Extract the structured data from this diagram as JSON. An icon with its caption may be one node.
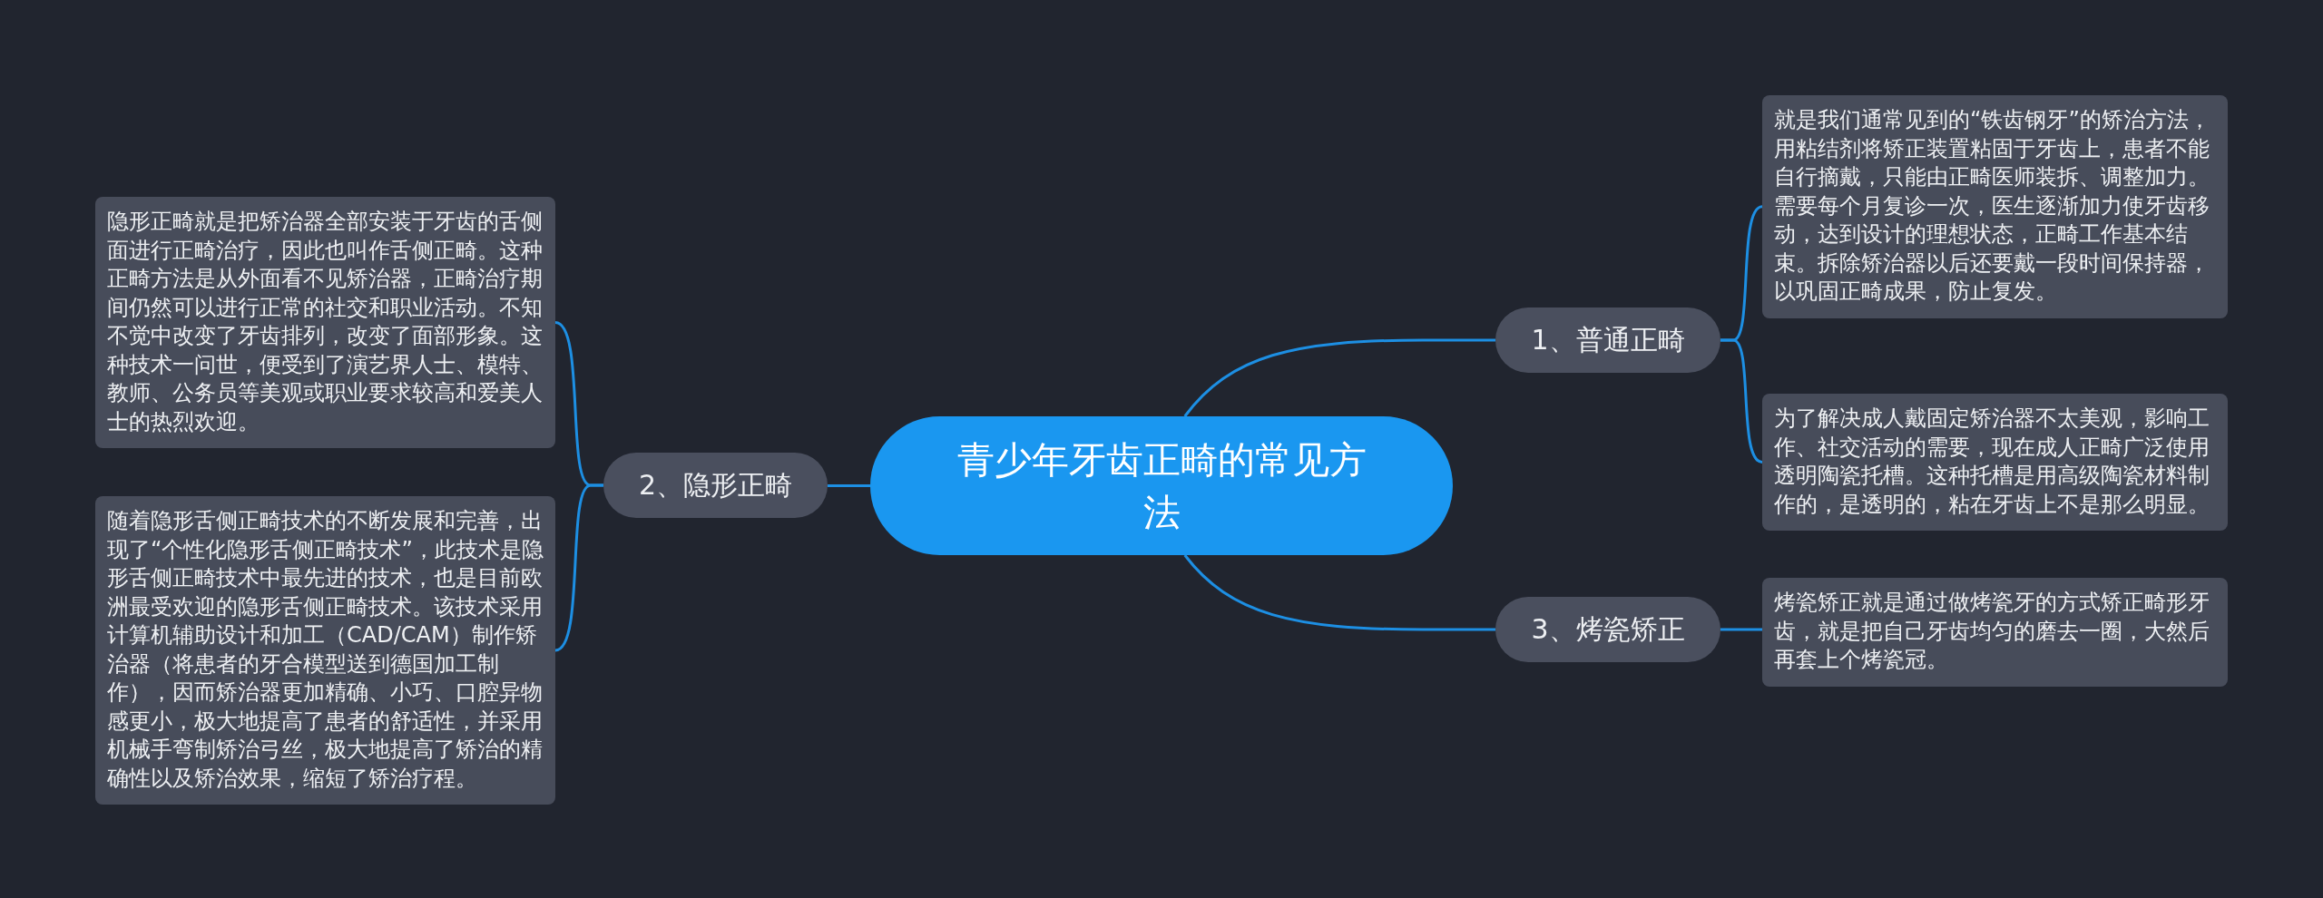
{
  "diagram": {
    "nodes": [
      {
        "text": [
          "青少年牙齿正畸的常见方法"
        ]
      },
      {
        "text": [
          "1、普通正畸"
        ]
      },
      {
        "text": [
          "就是我们通常见到的“铁齿钢牙”的矫治方法，用粘结剂将矫正装置粘固于牙齿上，患者不能自行摘戴，只能由正畸医师装拆、调整加力。需要每个月复诊一次，医生逐渐加力使牙齿移动，达到设计的理想状态，正畸工作基本结束。拆除矫治器以后还要戴一段时间保持器，以巩固正畸成果，防止复发。"
        ]
      },
      {
        "text": [
          "为了解决成人戴固定矫治器不太美观，影响工作、社交活动的需要，现在成人正畸广泛使用透明陶瓷托槽。这种托槽是用高级陶瓷材料制作的，是透明的，粘在牙齿上不是那么明显。"
        ]
      },
      {
        "text": [
          "2、隐形正畸"
        ]
      },
      {
        "text": [
          "隐形正畸就是把矫治器全部安装于牙齿的舌侧面进行正畸治疗，因此也叫作舌侧正畸。这种正畸方法是从外面看不见矫治器，正畸治疗期间仍然可以进行正常的社交和职业活动。不知不觉中改变了牙齿排列，改变了面部形象。这种技术一问世，便受到了演艺界人士、模特、教师、公务员等美观或职业要求较高和爱美人士的热烈欢迎。"
        ]
      },
      {
        "text": [
          "随着隐形舌侧正畸技术的不断发展和完善，出现了“个性化隐形舌侧正畸技术”，此技术是隐形舌侧正畸技术中最先进的技术，也是目前欧洲最受欢迎的隐形舌侧正畸技术。该技术采用计算机辅助设计和加工（CAD/CAM）制作矫治器（将患者的牙合模型送到德国加工制作），因而矫治器更加精确、小巧、口腔异物感更小，极大地提高了患者的舒适性，并采用机械手弯制矫治弓丝，极大地提高了矫治的精确性以及矫治效果，缩短了矫治疗程。"
        ]
      },
      {
        "text": [
          "3、烤瓷矫正"
        ]
      },
      {
        "text": [
          "烤瓷矫正就是通过做烤瓷牙的方式矫正畸形牙齿，就是把自己牙齿均匀的磨去一圈，大然后再套上个烤瓷冠。"
        ]
      }
    ],
    "edges": [
      {
        "from": 0,
        "to": 1,
        "arrow": "none"
      },
      {
        "from": 1,
        "to": 2,
        "arrow": "none"
      },
      {
        "from": 1,
        "to": 3,
        "arrow": "none"
      },
      {
        "from": 0,
        "to": 4,
        "arrow": "none"
      },
      {
        "from": 4,
        "to": 5,
        "arrow": "none"
      },
      {
        "from": 4,
        "to": 6,
        "arrow": "none"
      },
      {
        "from": 0,
        "to": 7,
        "arrow": "none"
      },
      {
        "from": 7,
        "to": 8,
        "arrow": "none"
      }
    ]
  }
}
